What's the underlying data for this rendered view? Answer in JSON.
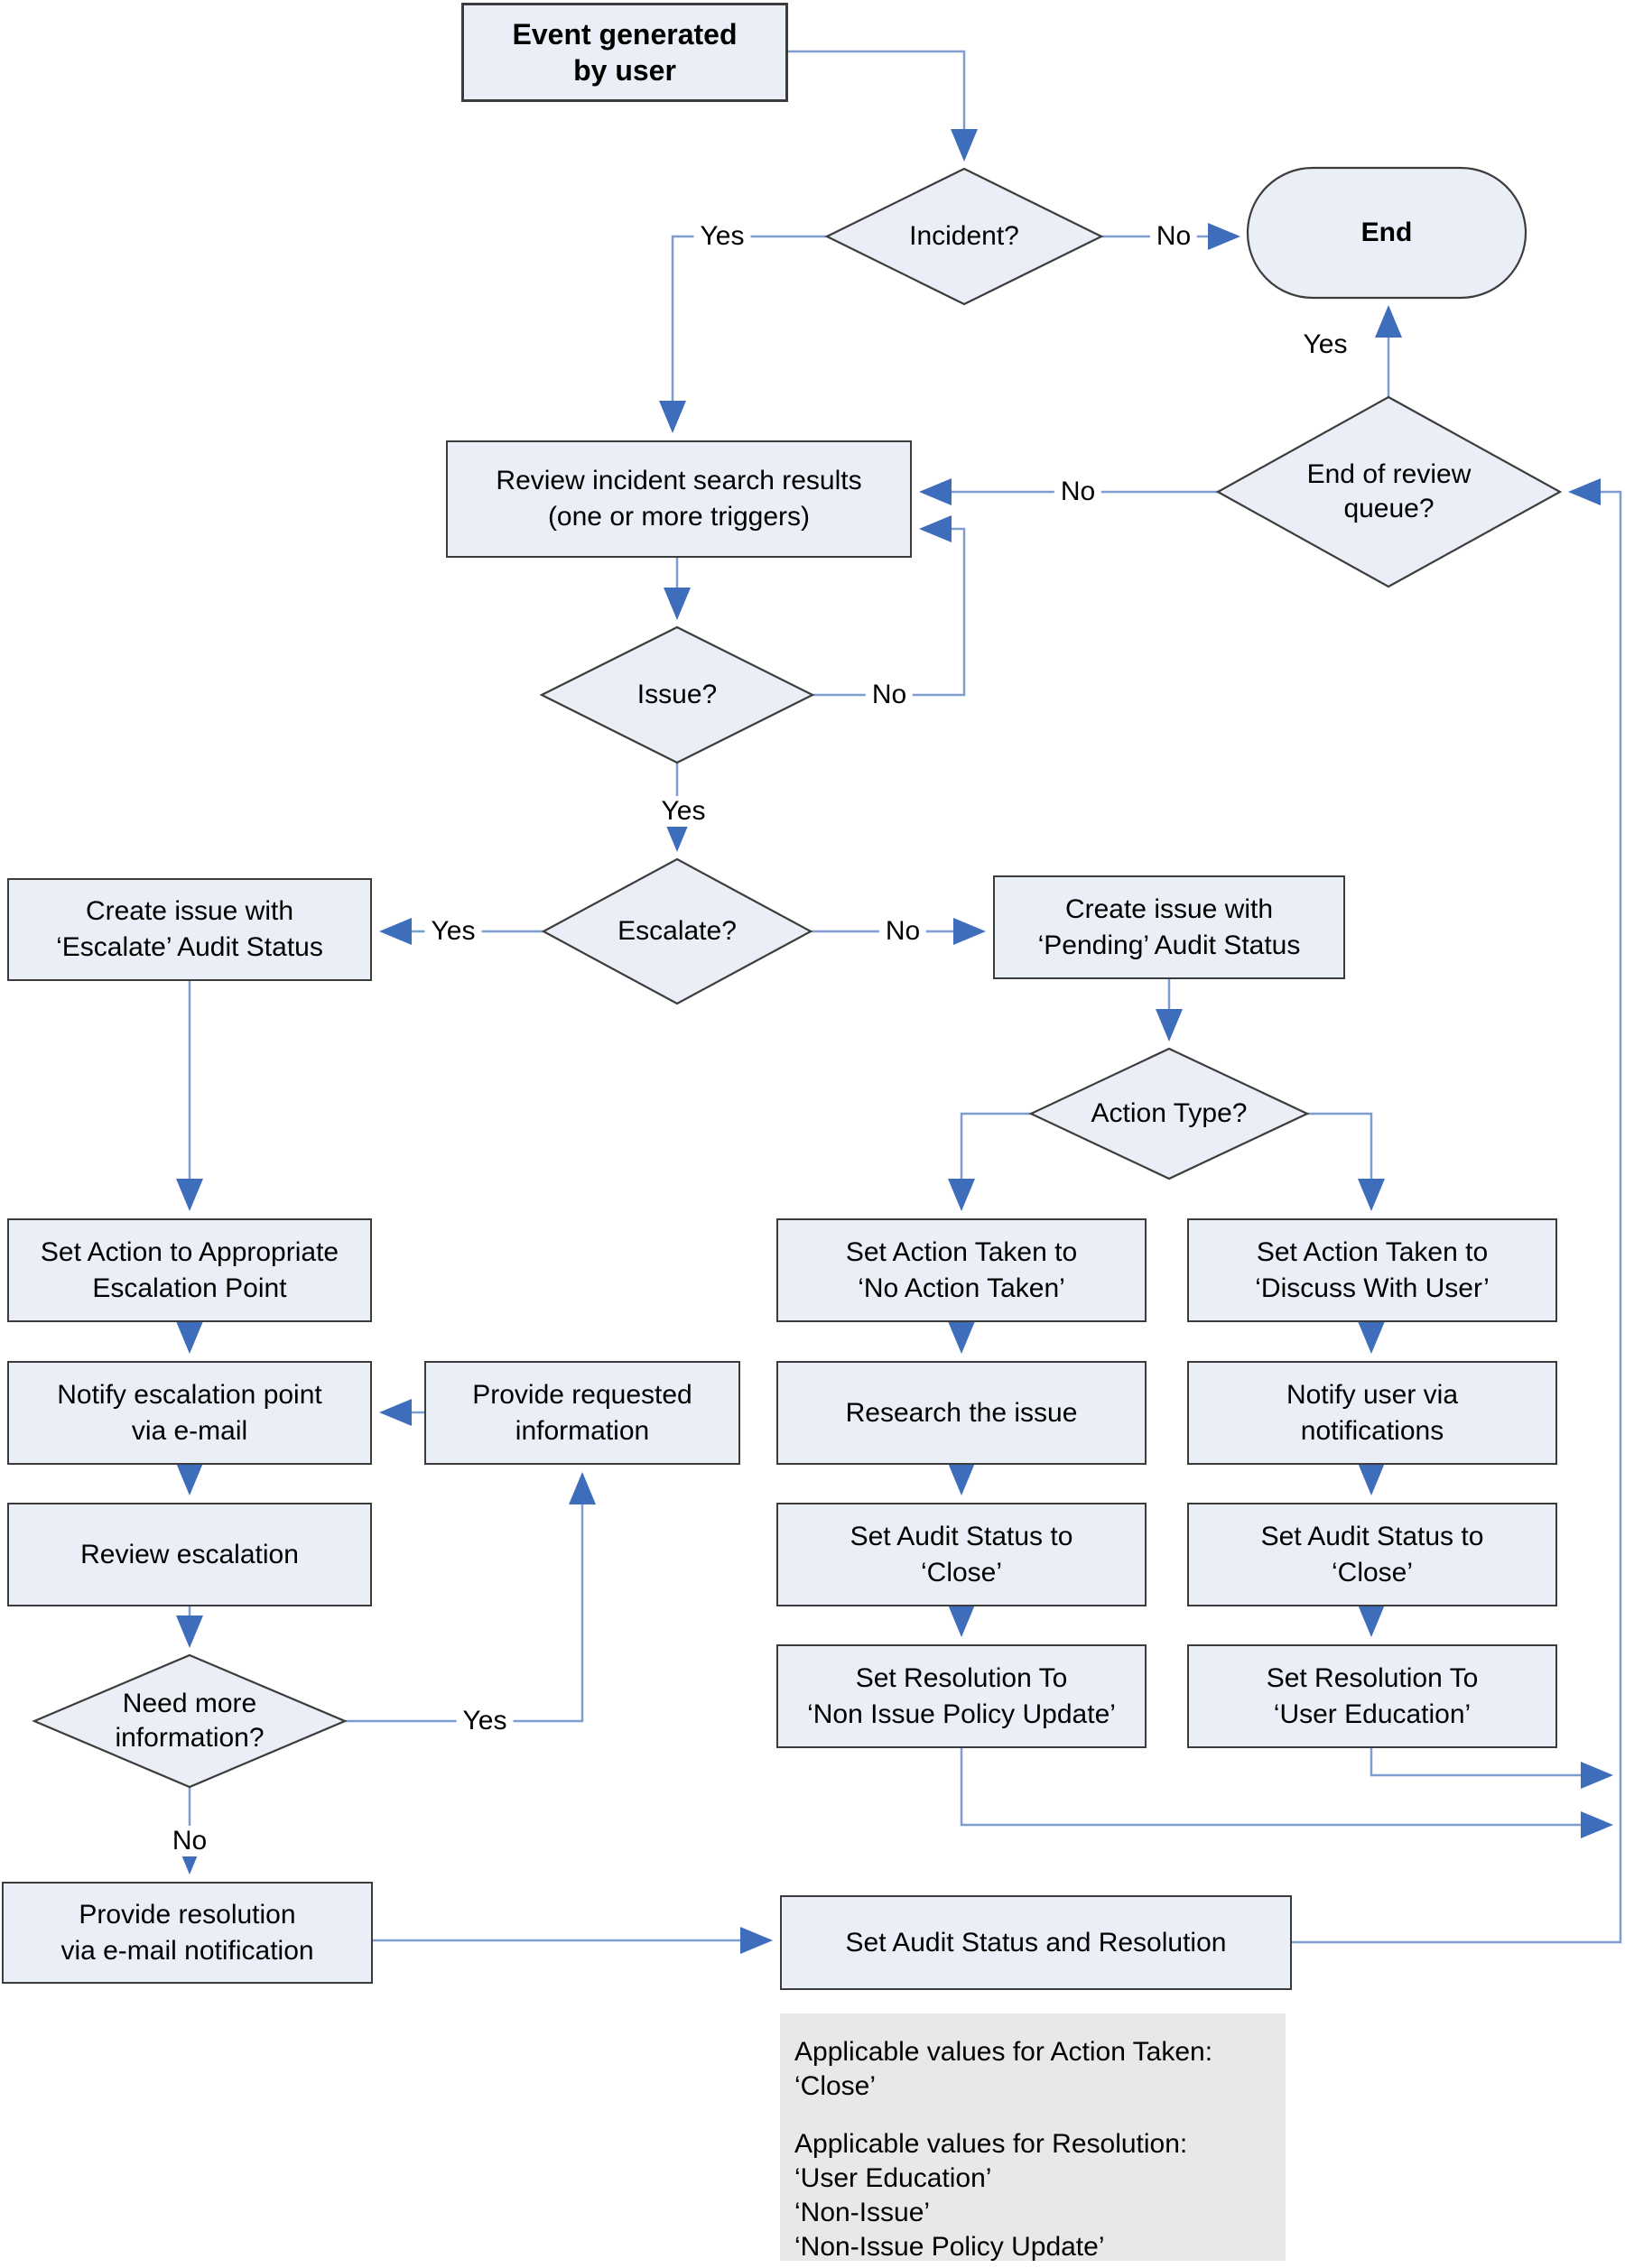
{
  "diagram": {
    "nodes": {
      "event": {
        "shape": "process",
        "lines": [
          "Event generated",
          "by user"
        ]
      },
      "incident": {
        "shape": "decision",
        "lines": [
          "Incident?"
        ]
      },
      "end": {
        "shape": "terminator",
        "lines": [
          "End"
        ]
      },
      "end_of_review_queue": {
        "shape": "decision",
        "lines": [
          "End of review",
          "queue?"
        ]
      },
      "review_results": {
        "shape": "process",
        "lines": [
          "Review incident search results",
          "(one or more triggers)"
        ]
      },
      "issue": {
        "shape": "decision",
        "lines": [
          "Issue?"
        ]
      },
      "escalate": {
        "shape": "decision",
        "lines": [
          "Escalate?"
        ]
      },
      "create_escalate": {
        "shape": "process",
        "lines": [
          "Create issue with",
          "‘Escalate’ Audit Status"
        ]
      },
      "create_pending": {
        "shape": "process",
        "lines": [
          "Create issue with",
          "‘Pending’ Audit Status"
        ]
      },
      "action_type": {
        "shape": "decision",
        "lines": [
          "Action Type?"
        ]
      },
      "set_action_escalation": {
        "shape": "process",
        "lines": [
          "Set Action to Appropriate",
          "Escalation Point"
        ]
      },
      "notify_escalation": {
        "shape": "process",
        "lines": [
          "Notify escalation point",
          "via e-mail"
        ]
      },
      "review_escalation": {
        "shape": "process",
        "lines": [
          "Review escalation"
        ]
      },
      "provide_requested": {
        "shape": "process",
        "lines": [
          "Provide requested",
          "information"
        ]
      },
      "need_more_info": {
        "shape": "decision",
        "lines": [
          "Need more",
          "information?"
        ]
      },
      "provide_resolution": {
        "shape": "process",
        "lines": [
          "Provide resolution",
          "via e-mail notification"
        ]
      },
      "set_no_action": {
        "shape": "process",
        "lines": [
          "Set Action Taken to",
          "‘No Action Taken’"
        ]
      },
      "research_issue": {
        "shape": "process",
        "lines": [
          "Research the issue"
        ]
      },
      "audit_close_mid": {
        "shape": "process",
        "lines": [
          "Set Audit Status to",
          "‘Close’"
        ]
      },
      "resolution_nipu": {
        "shape": "process",
        "lines": [
          "Set Resolution To",
          "‘Non Issue Policy Update’"
        ]
      },
      "set_discuss_user": {
        "shape": "process",
        "lines": [
          "Set Action Taken to",
          "‘Discuss With User’"
        ]
      },
      "notify_user": {
        "shape": "process",
        "lines": [
          "Notify user via",
          "notifications"
        ]
      },
      "audit_close_right": {
        "shape": "process",
        "lines": [
          "Set Audit Status to",
          "‘Close’"
        ]
      },
      "resolution_user_edu": {
        "shape": "process",
        "lines": [
          "Set Resolution To",
          "‘User Education’"
        ]
      },
      "set_audit_resolution": {
        "shape": "process",
        "lines": [
          "Set Audit Status and Resolution"
        ]
      }
    },
    "edge_labels": {
      "incident_yes": "Yes",
      "incident_no": "No",
      "eorq_yes": "Yes",
      "eorq_no": "No",
      "issue_yes": "Yes",
      "issue_no": "No",
      "escalate_yes": "Yes",
      "escalate_no": "No",
      "needmore_yes": "Yes",
      "needmore_no": "No"
    },
    "note": {
      "lines": [
        "Applicable values for Action Taken:",
        "‘Close’",
        "Applicable values for Resolution:",
        "‘User Education’",
        "‘Non-Issue’",
        "‘Non-Issue Policy Update’"
      ]
    },
    "colors": {
      "shape_fill": "#e9eef7",
      "shape_border": "#3c3c3c",
      "connector": "#7d9cd0",
      "arrowhead": "#3e6dbb",
      "note_fill": "#e8e8e8",
      "text": "#000000"
    }
  }
}
